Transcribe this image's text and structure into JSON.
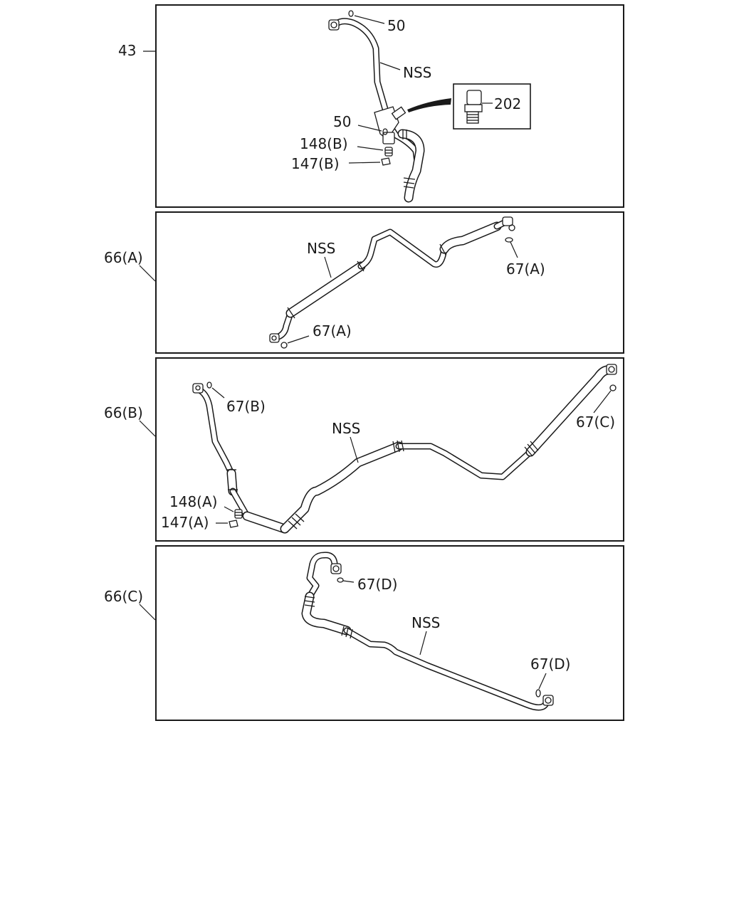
{
  "panels": [
    {
      "label": "43",
      "callouts": {
        "o_ring_top": "50",
        "pipe_nss": "NSS",
        "sensor": "202",
        "o_ring_mid": "50",
        "part_148": "148(B)",
        "part_147": "147(B)"
      }
    },
    {
      "label": "66(A)",
      "callouts": {
        "pipe_nss": "NSS",
        "o_ring_right": "67(A)",
        "o_ring_left": "67(A)"
      }
    },
    {
      "label": "66(B)",
      "callouts": {
        "o_ring_left": "67(B)",
        "pipe_nss": "NSS",
        "o_ring_right": "67(C)",
        "part_148": "148(A)",
        "part_147": "147(A)"
      }
    },
    {
      "label": "66(C)",
      "callouts": {
        "o_ring_top": "67(D)",
        "pipe_nss": "NSS",
        "o_ring_right": "67(D)"
      }
    }
  ]
}
